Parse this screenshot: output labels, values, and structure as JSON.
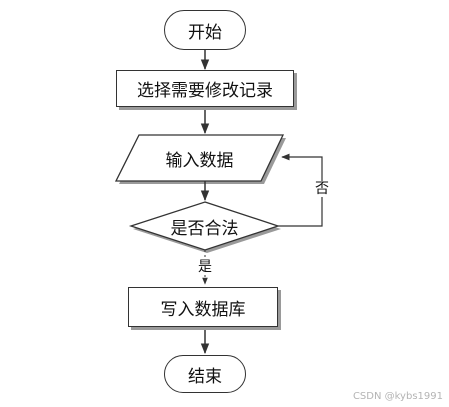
{
  "flowchart": {
    "start": "开始",
    "select": "选择需要修改记录",
    "input": "输入数据",
    "decision": "是否合法",
    "write": "写入数据库",
    "end": "结束",
    "label_no": "否",
    "label_yes": "是"
  },
  "watermark": "CSDN @kybs1991"
}
